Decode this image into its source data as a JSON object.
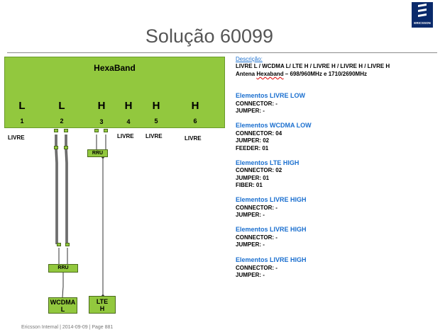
{
  "slide_title": "Solução 60099",
  "hexaband": {
    "label": "HexaBand",
    "ports": [
      {
        "letter": "L",
        "num": "1"
      },
      {
        "letter": "L",
        "num": "2"
      },
      {
        "letter": "H",
        "num": "3"
      },
      {
        "letter": "H",
        "num": "4"
      },
      {
        "letter": "H",
        "num": "5"
      },
      {
        "letter": "H",
        "num": "6"
      }
    ],
    "livre_labels": [
      "LIVRE",
      "LIVRE",
      "LIVRE",
      "LIVRE"
    ]
  },
  "rru_top_label": "RRU",
  "rru_bottom_label": "RRU",
  "wcdma_box": {
    "line1": "WCDMA",
    "line2": "L"
  },
  "lte_box": {
    "line1": "LTE",
    "line2": "H"
  },
  "description": {
    "label": "Descrição:",
    "line1": "LIVRE L / WCDMA L/ LTE H / LIVRE H / LIVRE H / LIVRE H",
    "line2_prefix": "Antena ",
    "line2_hexa": "Hexaband",
    "line2_suffix": " – 698/960MHz  e  1710/2690MHz"
  },
  "sections": [
    {
      "heading": "Elementos  LIVRE LOW",
      "lines": [
        "CONNECTOR: -",
        "JUMPER: -"
      ]
    },
    {
      "heading": "Elementos  WCDMA LOW",
      "lines": [
        "CONNECTOR: 04",
        "JUMPER: 02",
        "FEEDER: 01"
      ]
    },
    {
      "heading": "Elementos  LTE HIGH",
      "lines": [
        "CONNECTOR: 02",
        "JUMPER: 01",
        "FIBER: 01"
      ]
    },
    {
      "heading": "Elementos  LIVRE HIGH",
      "lines": [
        "CONNECTOR: -",
        "JUMPER: -"
      ]
    },
    {
      "heading": "Elementos  LIVRE HIGH",
      "lines": [
        "CONNECTOR: -",
        "JUMPER: -"
      ]
    },
    {
      "heading": "Elementos  LIVRE HIGH",
      "lines": [
        "CONNECTOR: -",
        "JUMPER: -"
      ]
    }
  ],
  "logo_text": "ERICSSON",
  "footer": "Ericsson Internal  |  2014-09-09  |  Page 881"
}
